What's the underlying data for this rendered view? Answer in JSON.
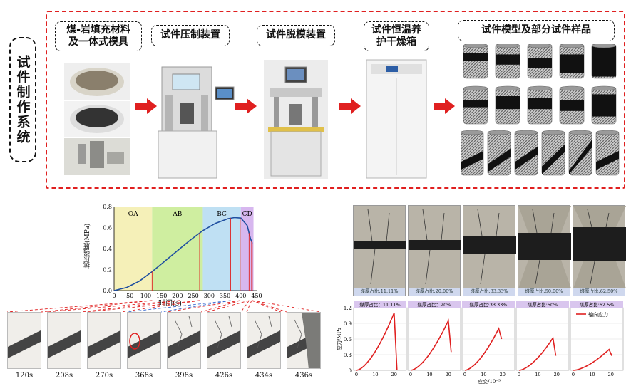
{
  "system": {
    "label": "试件制作系统"
  },
  "stages": [
    {
      "title": "煤-岩填充材料\n及一体式模具"
    },
    {
      "title": "试件压制装置"
    },
    {
      "title": "试件脱模装置"
    },
    {
      "title": "试件恒温养\n护干燥箱"
    },
    {
      "title": "试件模型及部分试件样品"
    }
  ],
  "chart_data": [
    {
      "type": "line",
      "xlabel": "时间(s)",
      "ylabel": "抗压强度(MPa)",
      "xlim": [
        0,
        450
      ],
      "ylim": [
        0,
        0.8
      ],
      "xticks": [
        "0",
        "50",
        "100",
        "150",
        "200",
        "250",
        "300",
        "350",
        "400",
        "450"
      ],
      "yticks": [
        "0.0",
        "0.2",
        "0.4",
        "0.6",
        "0.8"
      ],
      "phases": [
        {
          "name": "OA",
          "from": 0,
          "to": 120,
          "color": "#f5f0b8"
        },
        {
          "name": "AB",
          "from": 120,
          "to": 280,
          "color": "#cfeea0"
        },
        {
          "name": "BC",
          "from": 280,
          "to": 400,
          "color": "#bfe0f3"
        },
        {
          "name": "CD",
          "from": 400,
          "to": 440,
          "color": "#d7b7ef"
        }
      ],
      "series": [
        {
          "x": [
            0,
            40,
            80,
            120,
            160,
            200,
            240,
            280,
            320,
            360,
            380,
            400,
            420,
            430,
            436
          ],
          "y": [
            0,
            0.03,
            0.09,
            0.18,
            0.28,
            0.38,
            0.48,
            0.57,
            0.64,
            0.685,
            0.695,
            0.69,
            0.62,
            0.5,
            0.45
          ]
        }
      ],
      "markers": [
        120,
        208,
        270,
        368,
        398,
        426,
        434,
        436
      ]
    },
    {
      "type": "line",
      "xlabel": "应变/10⁻³",
      "ylabel": "应力/MPa",
      "ylim": [
        0,
        1.2
      ],
      "yticks": [
        "0",
        "0.3",
        "0.6",
        "0.9",
        "1.2"
      ],
      "xticks": [
        "0",
        "10",
        "20"
      ],
      "legend": "轴向应力",
      "panels": [
        {
          "title": "煤厚占比：11.11%",
          "peak": 1.1,
          "peak_x": 20,
          "end_y": 0.0
        },
        {
          "title": "煤厚占比：20%",
          "peak": 0.95,
          "peak_x": 20,
          "end_y": 0.35
        },
        {
          "title": "煤厚占比:33.33%",
          "peak": 0.8,
          "peak_x": 18,
          "end_y": 0.6
        },
        {
          "title": "煤厚占比:50%",
          "peak": 0.62,
          "peak_x": 18,
          "end_y": 0.28
        },
        {
          "title": "煤厚占比:62.5%",
          "peak": 0.4,
          "peak_x": 19,
          "end_y": 0.28
        }
      ]
    }
  ],
  "timeline": {
    "labels": [
      "120s",
      "208s",
      "270s",
      "368s",
      "398s",
      "426s",
      "434s",
      "436s"
    ]
  },
  "samples": {
    "captions": [
      "煤厚占比:11.11%",
      "煤厚占比:20.00%",
      "煤厚占比:33.33%",
      "煤厚占比:50.00%",
      "煤厚占比:62.50%"
    ]
  }
}
